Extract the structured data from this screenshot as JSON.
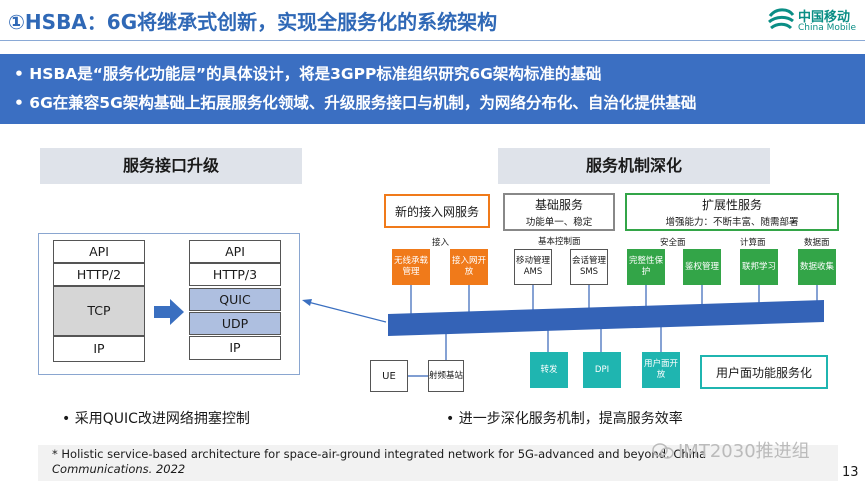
{
  "title": "①HSBA：6G将继承式创新，实现全服务化的系统架构",
  "logo": {
    "cn": "中国移动",
    "en": "China Mobile"
  },
  "banner": {
    "line1": "• HSBA是“服务化功能层”的具体设计，将是3GPP标准组织研究6G架构标准的基础",
    "line2": "• 6G在兼容5G架构基础上拓展服务化领域、升级服务接口与机制，为网络分布化、自治化提供基础"
  },
  "left_section": {
    "header": "服务接口升级",
    "old_stack": [
      "API",
      "HTTP/2",
      "TCP",
      "IP"
    ],
    "new_stack": [
      "API",
      "HTTP/3",
      "QUIC",
      "UDP",
      "IP"
    ],
    "bullet": "• 采用QUIC改进网络拥塞控制"
  },
  "right_section": {
    "header": "服务机制深化",
    "new_access": "新的接入网服务",
    "basic_service": {
      "title": "基础服务",
      "subtitle": "功能单一、稳定"
    },
    "ext_service": {
      "title": "扩展性服务",
      "subtitle": "增强能力：不断丰富、随需部署"
    },
    "planes": {
      "access": "接入",
      "basic_control": "基本控制面",
      "security": "安全面",
      "compute": "计算面",
      "data": "数据面"
    },
    "upper_boxes": [
      {
        "label": "无线承载管理",
        "kind": "orange"
      },
      {
        "label": "接入网开放",
        "kind": "orange"
      },
      {
        "label": "移动管理AMS",
        "kind": "white"
      },
      {
        "label": "会话管理SMS",
        "kind": "white"
      },
      {
        "label": "完整性保护",
        "kind": "green"
      },
      {
        "label": "鉴权管理",
        "kind": "green"
      },
      {
        "label": "联邦学习",
        "kind": "green"
      },
      {
        "label": "数据收集",
        "kind": "green"
      }
    ],
    "lower_boxes": [
      {
        "label": "转发"
      },
      {
        "label": "DPI"
      },
      {
        "label": "用户面开放"
      }
    ],
    "ue": "UE",
    "rf": "射频基站",
    "user_plane": "用户面功能服务化",
    "bullet": "• 进一步深化服务机制，提高服务效率"
  },
  "footnote": {
    "line1": "* Holistic service-based architecture for space-air-ground integrated network for 5G-advanced and beyond. China",
    "line2": "Communications. 2022"
  },
  "watermark": "IMT2030推进组",
  "page_number": "13",
  "colors": {
    "title": "#2f68b6",
    "banner": "#3b6fc2",
    "bus": "#3463b7",
    "orange": "#f07a1a",
    "green": "#33a548",
    "teal": "#1fb5b0"
  }
}
